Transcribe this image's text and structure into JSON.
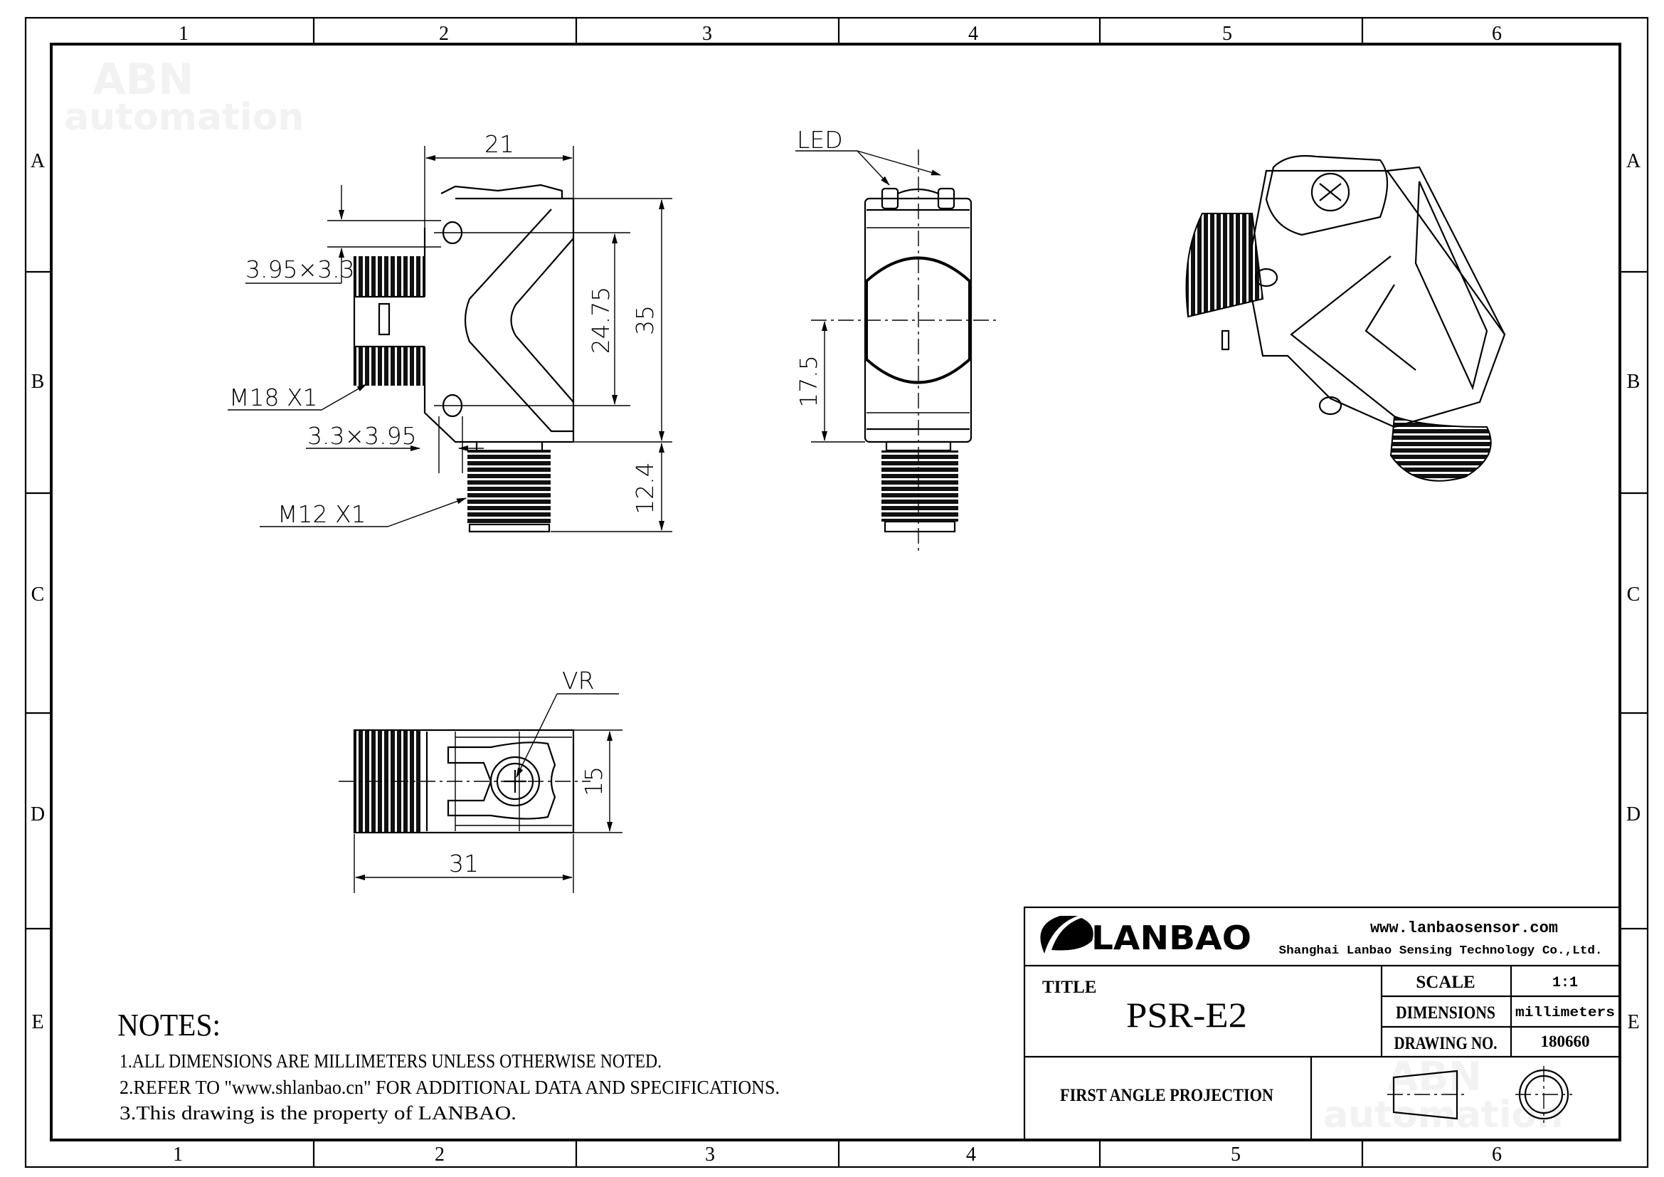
{
  "frame": {
    "columns_top": [
      "1",
      "2",
      "3",
      "4",
      "5",
      "6"
    ],
    "columns_bottom": [
      "1",
      "2",
      "3",
      "4",
      "5",
      "6"
    ],
    "rows_left": [
      "A",
      "B",
      "C",
      "D",
      "E"
    ],
    "rows_right": [
      "A",
      "B",
      "C",
      "D",
      "E"
    ]
  },
  "watermark": {
    "line1": "ABN",
    "line2": "automation"
  },
  "front_view": {
    "width_dim": "21",
    "height_dim": "35",
    "hole_spacing_dim": "24.75",
    "connector_length_dim": "12.4",
    "top_hole_label": "3.95×3.3",
    "bottom_hole_label": "3.3×3.95",
    "m18_label": "M18 X1",
    "m12_label": "M12 X1"
  },
  "side_view": {
    "led_label": "LED",
    "axis_height_dim": "17.5"
  },
  "bottom_view": {
    "vr_label": "VR",
    "length_dim": "31",
    "width_dim": "15"
  },
  "notes": {
    "heading": "NOTES:",
    "items": [
      "1.ALL DIMENSIONS ARE MILLIMETERS UNLESS OTHERWISE NOTED.",
      "2.REFER TO \"www.shlanbao.cn\" FOR ADDITIONAL DATA AND SPECIFICATIONS.",
      "3.This drawing is the property of LANBAO."
    ]
  },
  "title_block": {
    "logo": "LANBAO",
    "website": "www.lanbaosensor.com",
    "company": "Shanghai Lanbao Sensing Technology Co.,Ltd.",
    "title_label": "TITLE",
    "title": "PSR-E2",
    "scale_label": "SCALE",
    "scale_value": "1:1",
    "dimensions_label": "DIMENSIONS",
    "dimensions_value": "millimeters",
    "drawing_no_label": "DRAWING NO.",
    "drawing_no_value": "180660",
    "projection": "FIRST ANGLE PROJECTION"
  }
}
